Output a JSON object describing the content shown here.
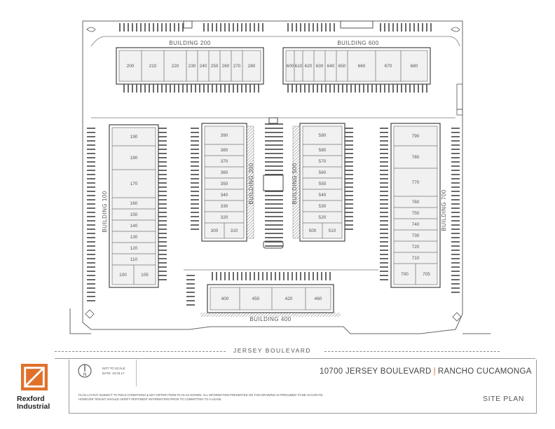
{
  "buildings": {
    "b200": {
      "name": "BUILDING 200",
      "units": [
        "200",
        "210",
        "220",
        "230",
        "240",
        "250",
        "260",
        "270",
        "280"
      ]
    },
    "b600": {
      "name": "BUILDING 600",
      "units": [
        "600",
        "610",
        "620",
        "630",
        "640",
        "650",
        "660",
        "670",
        "680"
      ]
    },
    "b100": {
      "name": "BUILDING 100",
      "units": [
        "190",
        "180",
        "170",
        "160",
        "150",
        "140",
        "130",
        "120",
        "110"
      ],
      "bottom_units": [
        "100",
        "105"
      ]
    },
    "b300": {
      "name": "BUILDING 300",
      "units": [
        "390",
        "380",
        "370",
        "360",
        "350",
        "340",
        "330",
        "320"
      ],
      "bottom_units": [
        "300",
        "310"
      ]
    },
    "b500": {
      "name": "BUILDING 500",
      "units": [
        "590",
        "580",
        "570",
        "560",
        "550",
        "540",
        "530",
        "520"
      ],
      "bottom_units": [
        "500",
        "510"
      ]
    },
    "b700": {
      "name": "BUILDING 700",
      "units": [
        "790",
        "780",
        "770",
        "760",
        "750",
        "740",
        "730",
        "720",
        "710"
      ],
      "bottom_units": [
        "700",
        "705"
      ]
    },
    "b400": {
      "name": "BUILDING 400",
      "units": [
        "400",
        "450",
        "420",
        "460"
      ]
    }
  },
  "street": "JERSEY BOULEVARD",
  "title_block": {
    "logo_line1": "Rexford",
    "logo_line2": "Industrial",
    "scale_note": "NOT TO SCALE",
    "date_note": "DATE: 10.03.17",
    "north_label": "N",
    "address_left": "10700 JERSEY BOULEVARD",
    "address_separator": "|",
    "address_right": "RANCHO CUCAMONGA",
    "disclaimer": "PLAN LAYOUT SUBJECT TO FIELD CONDITIONS & MAY DIFFER FROM PLAN AS SHOWN. ALL INFORMATION PRESENTED ON THIS DRAWING IS PRESUMED TO BE ACCURATE, HOWEVER TENANT SHOULD VERIFY PERTINENT INFORMATION PRIOR TO COMMITTING TO A LEASE.",
    "sheet_title": "SITE PLAN"
  },
  "colors": {
    "logo_orange": "#e0712a",
    "line": "#666666",
    "hatch": "#999999"
  }
}
